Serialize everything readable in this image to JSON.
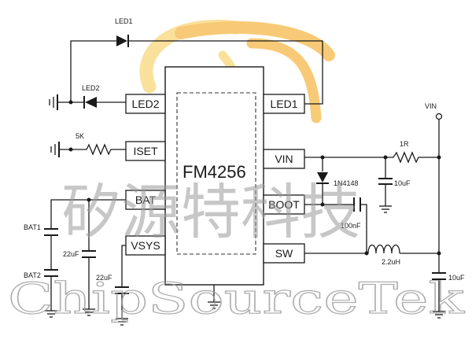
{
  "chip": {
    "part_number": "FM4256",
    "pins_left": [
      "LED2",
      "ISET",
      "BAT",
      "VSYS"
    ],
    "pins_right": [
      "LED1",
      "VIN",
      "BOOT",
      "SW"
    ]
  },
  "labels": {
    "led1": "LED1",
    "led2": "LED2",
    "r_iset": "5K",
    "vin": "VIN",
    "r_vin": "1R",
    "diode": "1N4148",
    "c_vin": "10uF",
    "c_boot": "100nF",
    "inductor": "2.2uH",
    "c_out": "10uF",
    "bat1": "BAT1",
    "bat2": "BAT2",
    "c_bat": "22uF",
    "c_vsys": "22uF"
  },
  "watermark": {
    "cn": "矽源特科技",
    "en": "ChipSourceTek"
  },
  "colors": {
    "logo_orange": "#f6b94a",
    "logo_yellow": "#f9d77a",
    "wire": "#1a1a1a",
    "watermark": "#9a9a9a"
  }
}
